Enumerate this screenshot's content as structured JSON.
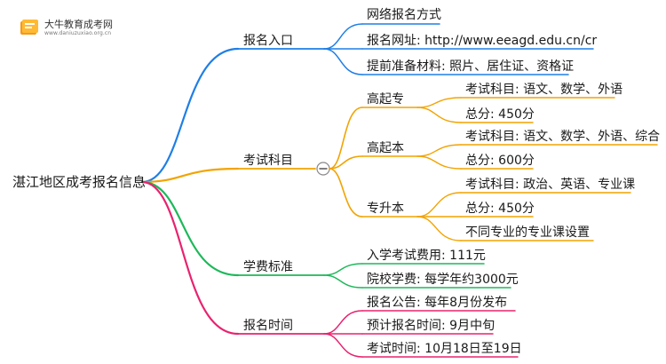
{
  "logo": {
    "title": "大牛教育成考网",
    "subtitle": "www.daniuzuxiao.org.cn"
  },
  "colors": {
    "blue": "#1f7ee6",
    "orange": "#f2a300",
    "green": "#1db85a",
    "pink": "#e8236f"
  },
  "mindmap": {
    "root": "湛江地区成考报名信息",
    "branches": [
      {
        "label": "报名入口",
        "items": [
          "网络报名方式",
          "报名网址: http://www.eeagd.edu.cn/cr",
          "提前准备材料: 照片、居住证、资格证"
        ]
      },
      {
        "label": "考试科目",
        "subgroups": [
          {
            "label": "高起专",
            "items": [
              "考试科目: 语文、数学、外语",
              "总分: 450分"
            ]
          },
          {
            "label": "高起本",
            "items": [
              "考试科目: 语文、数学、外语、综合",
              "总分: 600分"
            ]
          },
          {
            "label": "专升本",
            "items": [
              "考试科目: 政治、英语、专业课",
              "总分: 450分",
              "不同专业的专业课设置"
            ]
          }
        ]
      },
      {
        "label": "学费标准",
        "items": [
          "入学考试费用: 111元",
          "院校学费: 每学年约3000元"
        ]
      },
      {
        "label": "报名时间",
        "items": [
          "报名公告: 每年8月份发布",
          "预计报名时间: 9月中旬",
          "考试时间: 10月18日至19日"
        ]
      }
    ]
  }
}
